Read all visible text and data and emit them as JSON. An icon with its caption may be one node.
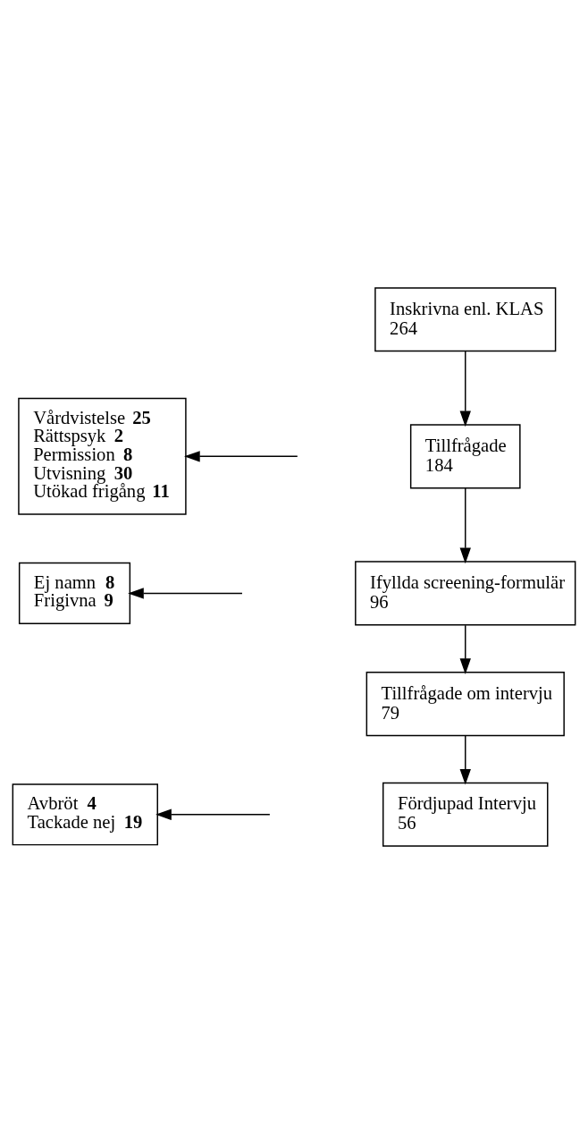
{
  "diagram": {
    "nodes": [
      {
        "text": [
          "Inskrivna enl. KLAS",
          "264"
        ]
      },
      {
        "text": [
          "Vårdvistelse **25**",
          "Rättspsyk **2**",
          "Permission **8**",
          "Utvisning **30**",
          "Utökad frigång **11**"
        ]
      },
      {
        "text": [
          "Tillfrågade",
          "184"
        ]
      },
      {
        "text": [
          "Ej namn **8**",
          "Frigivna **9**"
        ]
      },
      {
        "text": [
          "Ifyllda screening-formulär",
          "96"
        ]
      },
      {
        "text": [
          "Tillfrågade om intervju",
          "79"
        ]
      },
      {
        "text": [
          "Avbröt **4**",
          "Tackade nej **19**"
        ]
      },
      {
        "text": [
          "Fördjupad Intervju",
          "56"
        ]
      }
    ],
    "edges": [
      {
        "from": 0,
        "to": 2,
        "arrow": "to"
      },
      {
        "from": null,
        "to": 1,
        "arrow": "to"
      },
      {
        "from": 2,
        "to": 4,
        "arrow": "to"
      },
      {
        "from": null,
        "to": 3,
        "arrow": "to"
      },
      {
        "from": 4,
        "to": 5,
        "arrow": "to"
      },
      {
        "from": 5,
        "to": 7,
        "arrow": "to"
      },
      {
        "from": null,
        "to": 6,
        "arrow": "to"
      }
    ]
  }
}
